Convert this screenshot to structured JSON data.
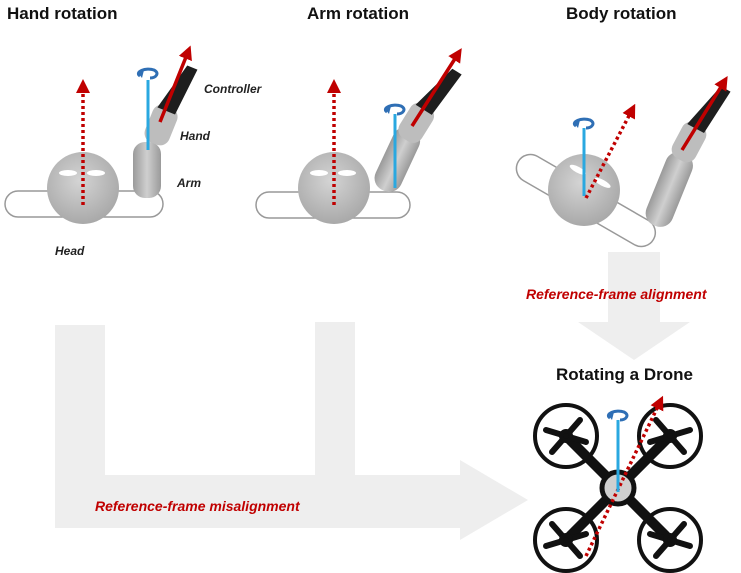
{
  "panels": {
    "hand": {
      "title": "Hand rotation"
    },
    "arm": {
      "title": "Arm rotation"
    },
    "body": {
      "title": "Body rotation"
    },
    "drone": {
      "title": "Rotating a Drone"
    }
  },
  "parts": {
    "controller": "Controller",
    "hand": "Hand",
    "arm": "Arm",
    "head": "Head"
  },
  "arrows": {
    "alignment": "Reference-frame alignment",
    "misalignment": "Reference-frame misalignment"
  },
  "colors": {
    "forward_arrow": "#c00000",
    "rotation_axis": "#2aa8e0",
    "rotation_icon": "#2f6fb5",
    "body": "#bfbfbf",
    "big_arrow": "#eeeeee"
  }
}
